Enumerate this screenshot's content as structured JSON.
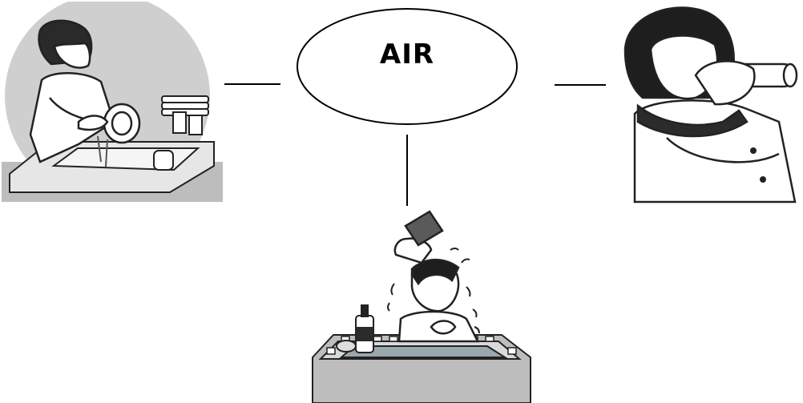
{
  "center_node": {
    "label": "AIR"
  },
  "pictures": [
    {
      "icon": "girl-washing-dishes-illustration"
    },
    {
      "icon": "girl-drinking-from-glass-illustration"
    },
    {
      "icon": "boy-bathing-illustration"
    }
  ],
  "colors": {
    "ink": "#1a1a1a",
    "shade": "#c8c8c8",
    "water": "#9aa7ad"
  }
}
